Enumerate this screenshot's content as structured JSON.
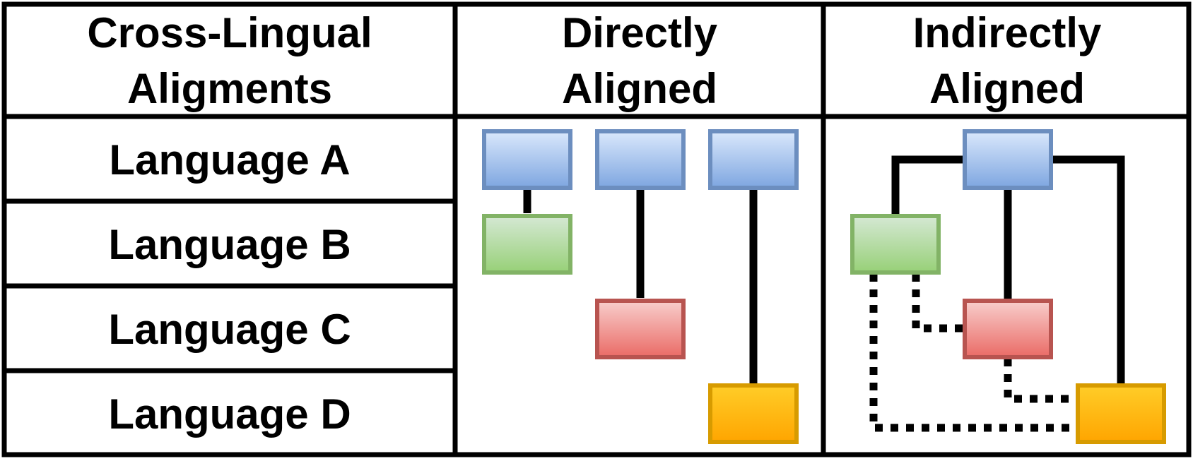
{
  "header": {
    "col1": [
      "Cross-Lingual",
      "Aligments"
    ],
    "col2": [
      "Directly",
      "Aligned"
    ],
    "col3": [
      "Indirectly",
      "Aligned"
    ]
  },
  "rows": [
    "Language A",
    "Language B",
    "Language C",
    "Language D"
  ],
  "colors": {
    "blue": {
      "top": "#dae8fc",
      "bottom": "#7ea6e0",
      "stroke": "#6c8ebf"
    },
    "green": {
      "top": "#d5e8d4",
      "bottom": "#97d077",
      "stroke": "#82b366"
    },
    "red": {
      "top": "#f8cecc",
      "bottom": "#ea6b66",
      "stroke": "#b85450"
    },
    "orange": {
      "top": "#ffcd28",
      "bottom": "#ffa500",
      "stroke": "#d79b00"
    }
  }
}
